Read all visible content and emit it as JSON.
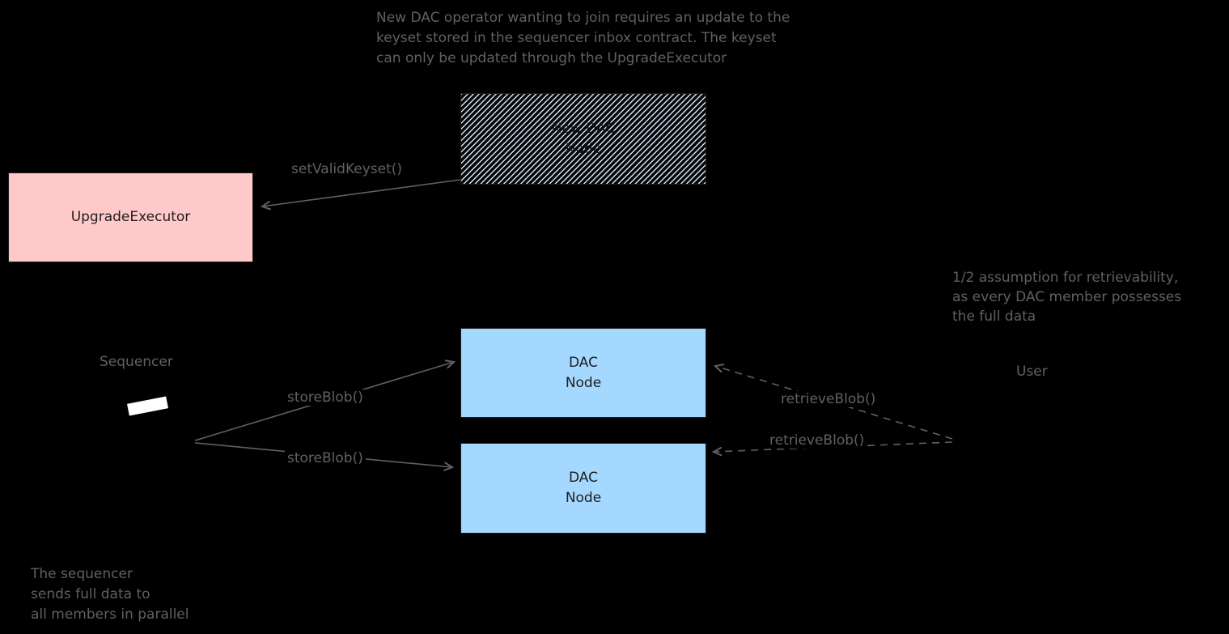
{
  "diagram": {
    "background": "#000000",
    "type": "flow-diagram"
  },
  "colors": {
    "canvas_background": "#000000",
    "annotation_text": "#5d6166",
    "arrow_stroke": "#5d6166",
    "node_text": "#1e1e1e",
    "upgrade_executor_fill": "#ffc9c9",
    "dac_node_fill": "#a5d8ff",
    "hatch_line": "#d9e4ef",
    "sequencer_fragment_fill": "#ffffff"
  },
  "notes": {
    "top_annotation": {
      "lines": [
        "New DAC operator wanting to join requires an update to the",
        "keyset stored in the sequencer inbox contract. The keyset",
        "can only be updated through the UpgradeExecutor"
      ]
    },
    "retrievability_note": {
      "lines": [
        "1/2 assumption for retrievability,",
        "as every DAC member possesses",
        "the full data"
      ]
    },
    "sequencer_note": {
      "lines": [
        "The sequencer",
        "sends full data to",
        "all members in parallel"
      ]
    }
  },
  "actors": {
    "sequencer": {
      "label": "Sequencer"
    },
    "user": {
      "label": "User"
    }
  },
  "nodes": {
    "new_dac_node": {
      "lines": [
        "New DAC",
        "Node"
      ],
      "fill": "hatched"
    },
    "upgrade_executor": {
      "label": "UpgradeExecutor",
      "fill": "#ffc9c9"
    },
    "dac_node_top": {
      "lines": [
        "DAC",
        "Node"
      ],
      "fill": "#a5d8ff"
    },
    "dac_node_bottom": {
      "lines": [
        "DAC",
        "Node"
      ],
      "fill": "#a5d8ff"
    }
  },
  "edges": {
    "set_valid_keyset": {
      "label": "setValidKeyset()",
      "style": "solid",
      "from": "new-dac-node",
      "to": "upgrade-executor"
    },
    "store_blob_top": {
      "label": "storeBlob()",
      "style": "solid",
      "from": "sequencer",
      "to": "dac-node-top"
    },
    "store_blob_bottom": {
      "label": "storeBlob()",
      "style": "solid",
      "from": "sequencer",
      "to": "dac-node-bottom"
    },
    "retrieve_blob_top": {
      "label": "retrieveBlob()",
      "style": "dashed",
      "from": "user",
      "to": "dac-node-top"
    },
    "retrieve_blob_bottom": {
      "label": "retrieveBlob()",
      "style": "dashed",
      "from": "user",
      "to": "dac-node-bottom"
    }
  }
}
